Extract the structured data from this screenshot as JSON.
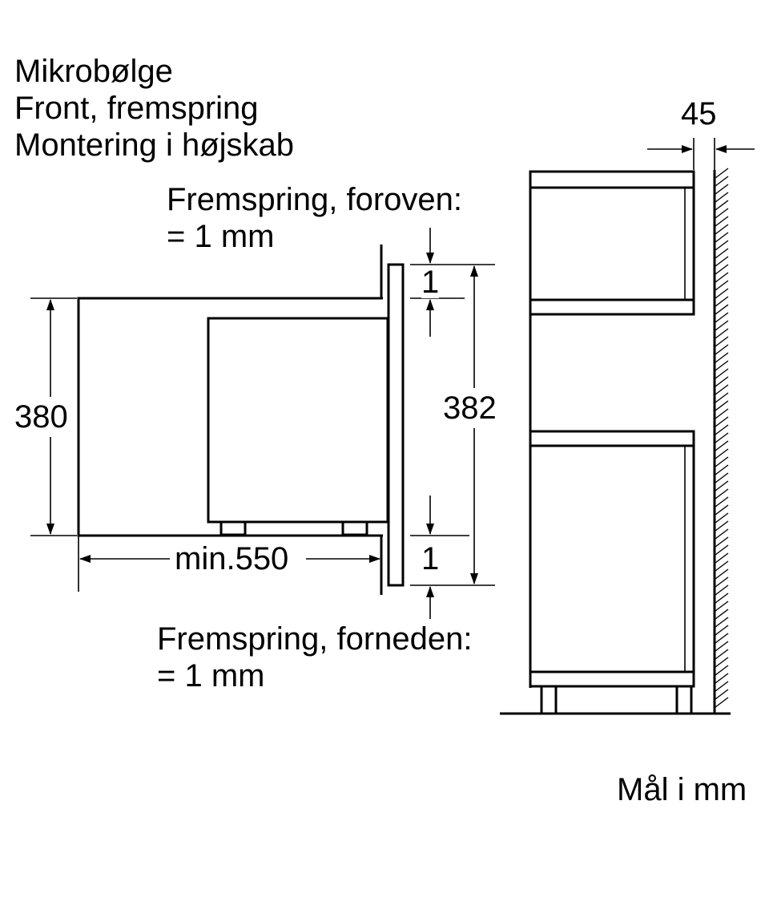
{
  "title": {
    "line1": "Mikrobølge",
    "line2": "Front, fremspring",
    "line3": "Montering i højskab"
  },
  "notes": {
    "top_line1": "Fremspring, foroven:",
    "top_line2": "= 1 mm",
    "bottom_line1": "Fremspring, forneden:",
    "bottom_line2": "= 1 mm"
  },
  "dimensions": {
    "height_niche": "380",
    "depth_min": "min.550",
    "height_front": "382",
    "overhang_top": "1",
    "overhang_bottom": "1",
    "wall_gap": "45"
  },
  "units_note": "Mål i mm"
}
